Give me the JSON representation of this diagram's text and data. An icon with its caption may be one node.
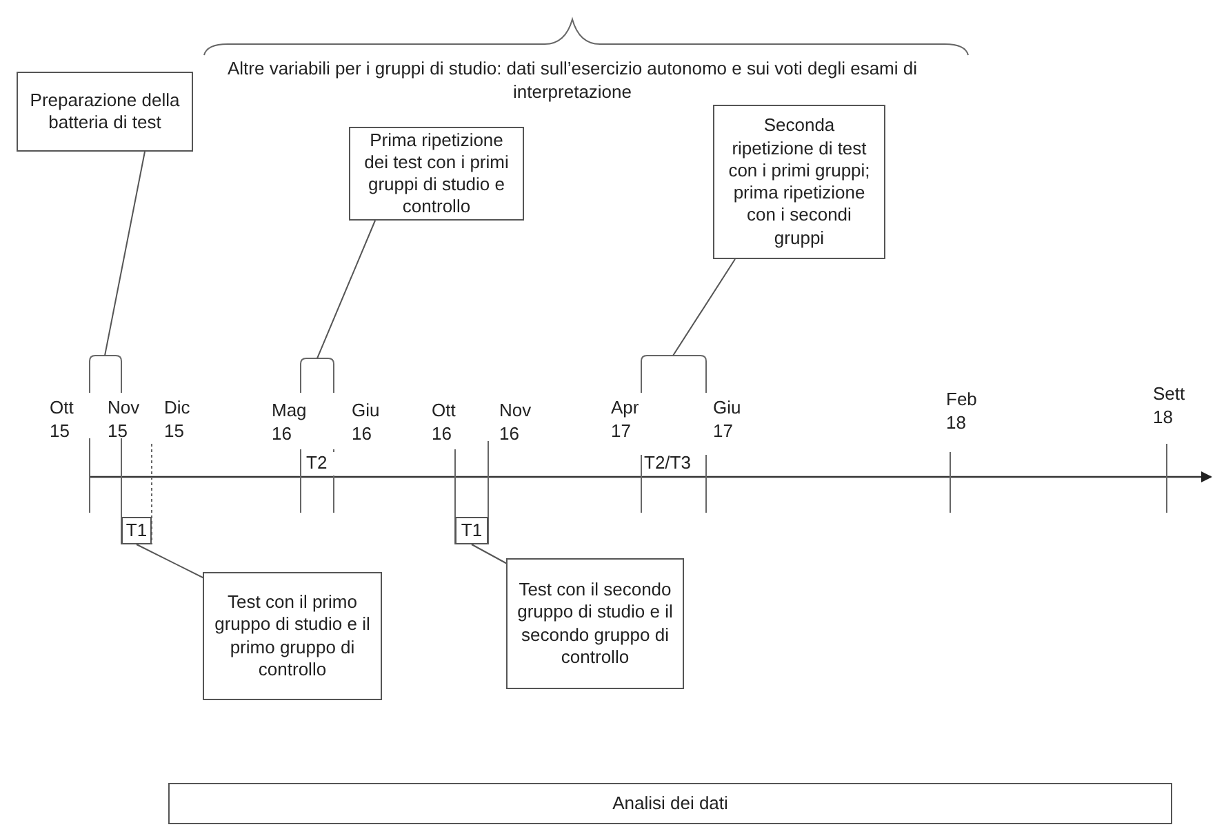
{
  "diagram": {
    "nodes": [
      {
        "text": [
          "Preparazione della batteria di test"
        ]
      },
      {
        "text": [
          "Prima ripetizione dei test con i primi gruppi di studio e controllo"
        ]
      },
      {
        "text": [
          "Seconda ripetizione di test con i primi gruppi; prima ripetizione con i secondi gruppi"
        ]
      },
      {
        "text": [],
        "shape": "bracket"
      },
      {
        "text": [],
        "shape": "bracket"
      },
      {
        "text": [],
        "shape": "bracket"
      },
      {
        "text": [
          "T1"
        ]
      },
      {
        "text": [
          "Test con il primo gruppo di studio e il primo gruppo di controllo"
        ]
      },
      {
        "text": [
          "T1"
        ]
      },
      {
        "text": [
          "Test con il secondo gruppo di studio e il secondo gruppo di controllo"
        ]
      },
      {
        "text": [
          "Analisi dei dati"
        ]
      }
    ],
    "edges": [
      {
        "from": 0,
        "to": 3,
        "arrow": "none"
      },
      {
        "from": 1,
        "to": 4,
        "arrow": "none"
      },
      {
        "from": 2,
        "to": 5,
        "arrow": "none"
      },
      {
        "from": 7,
        "to": 6,
        "arrow": "none"
      },
      {
        "from": 9,
        "to": 8,
        "arrow": "none"
      }
    ],
    "labels": [
      "Altre variabili per i gruppi di studio: dati sull’esercizio autonomo e sui voti degli esami di interpretazione",
      "Ott 15",
      "Nov 15",
      "Dic 15",
      "Mag 16",
      "Giu 16",
      "Ott 16",
      "Nov 16",
      "Apr 17",
      "Giu 17",
      "Feb 18",
      "Sett 18",
      "T2",
      "T2/T3"
    ]
  }
}
